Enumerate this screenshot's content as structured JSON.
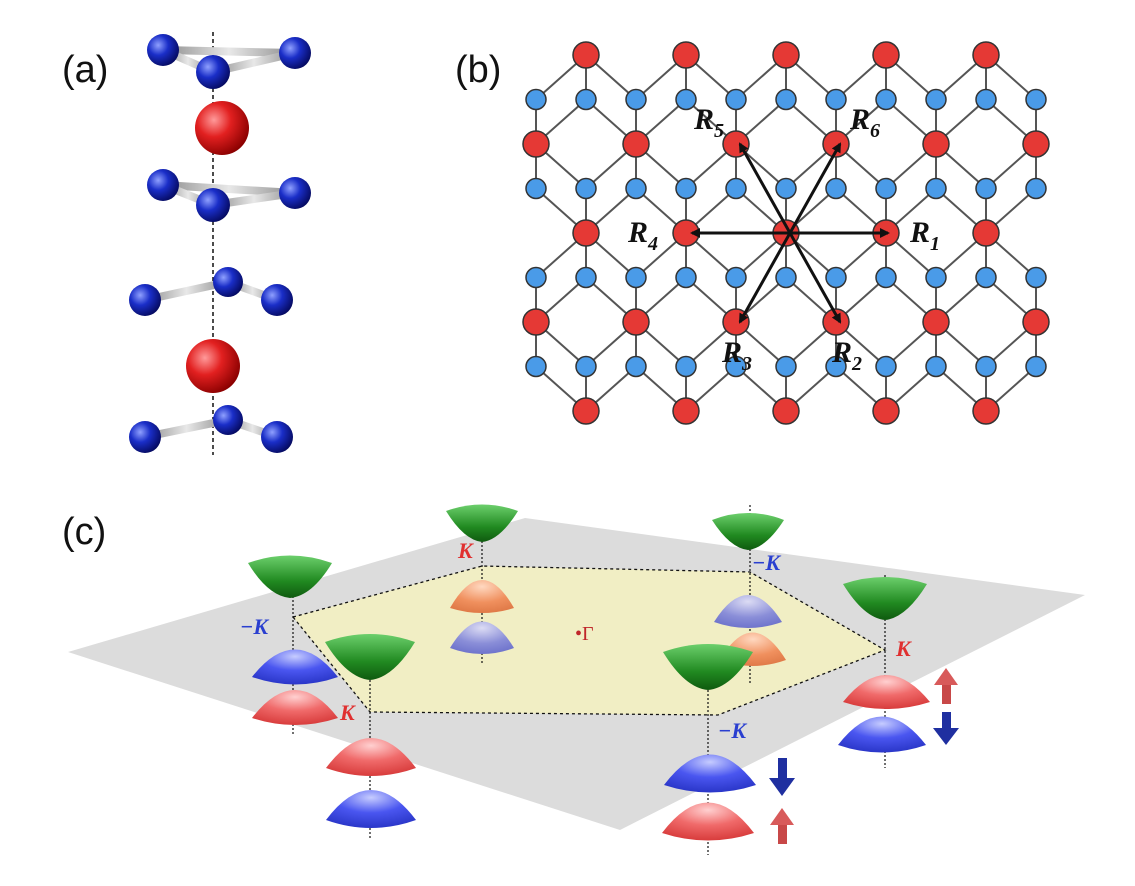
{
  "panels": {
    "a": {
      "label": "(a)"
    },
    "b": {
      "label": "(b)",
      "vectors": [
        {
          "main": "R",
          "sub": "1"
        },
        {
          "main": "R",
          "sub": "2"
        },
        {
          "main": "R",
          "sub": "3"
        },
        {
          "main": "R",
          "sub": "4"
        },
        {
          "main": "R",
          "sub": "5"
        },
        {
          "main": "R",
          "sub": "6"
        }
      ]
    },
    "c": {
      "label": "(c)",
      "center": "Γ",
      "valleys": [
        {
          "label": "K",
          "color": "#e03030"
        },
        {
          "label": "−K",
          "color": "#2a3fd0"
        },
        {
          "label": "K",
          "color": "#e03030"
        },
        {
          "label": "−K",
          "color": "#2a3fd0"
        },
        {
          "label": "K",
          "color": "#e03030"
        },
        {
          "label": "−K",
          "color": "#2a3fd0"
        }
      ]
    }
  },
  "colors": {
    "atom_red": "#e53935",
    "atom_blue": "#4a9be8",
    "cube_atom_blue": "#1f2fbf",
    "bond": "#7a7a7a",
    "conduction_band": "#2f9a2f",
    "valence_red": "#e85a5a",
    "valence_blue": "#3a46e0",
    "brillouin_zone": "#f1eec4",
    "plane": "#dcdcdc"
  }
}
